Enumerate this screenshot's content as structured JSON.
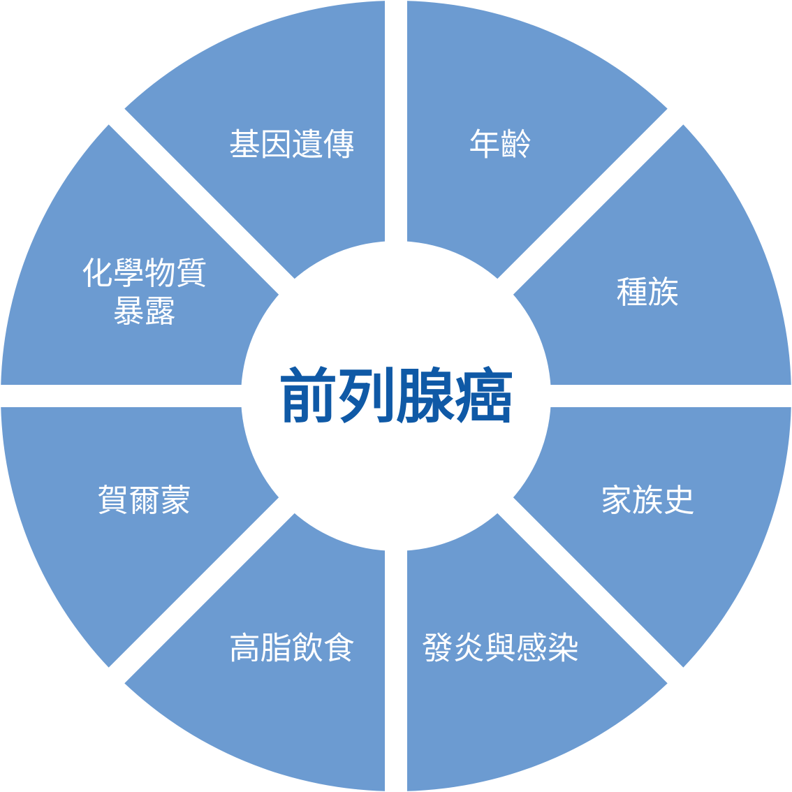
{
  "center": {
    "label": "前列腺癌"
  },
  "segments": [
    {
      "id": "age",
      "lines": [
        "年齡"
      ]
    },
    {
      "id": "ethnicity",
      "lines": [
        "種族"
      ]
    },
    {
      "id": "family-history",
      "lines": [
        "家族史"
      ]
    },
    {
      "id": "inflammation-infection",
      "lines": [
        "發炎與感染"
      ]
    },
    {
      "id": "high-fat-diet",
      "lines": [
        "高脂飲食"
      ]
    },
    {
      "id": "hormones",
      "lines": [
        "賀爾蒙"
      ]
    },
    {
      "id": "chemical-exposure",
      "lines": [
        "化學物質",
        "暴露"
      ]
    },
    {
      "id": "genetics",
      "lines": [
        "基因遺傳"
      ]
    }
  ],
  "colors": {
    "segment_fill": "#6c9bd1",
    "gap": "#ffffff",
    "center_fill": "#ffffff",
    "center_text": "#0f59a6",
    "segment_text": "#ffffff"
  }
}
